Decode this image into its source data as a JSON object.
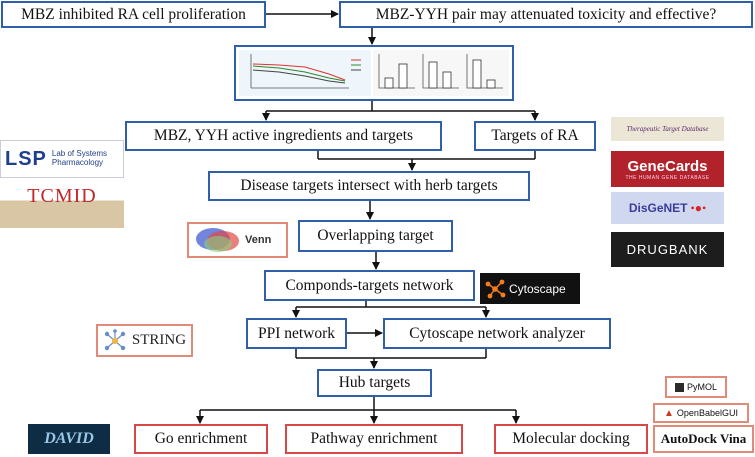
{
  "steps": {
    "mbz_inhibited": "MBZ inhibited RA cell proliferation",
    "pair_question": "MBZ-YYH pair may attenuated toxicity and effective?",
    "active_ingredients": "MBZ, YYH active ingredients and targets",
    "targets_ra": "Targets of RA",
    "disease_intersect": "Disease targets intersect with herb targets",
    "overlapping": "Overlapping target",
    "network": "Componds-targets network",
    "ppi": "PPI network",
    "cytoscape_analyzer": "Cytoscape network analyzer",
    "hub": "Hub targets",
    "go": "Go enrichment",
    "pathway": "Pathway enrichment",
    "docking": "Molecular docking"
  },
  "logos": {
    "lsp": {
      "mark": "LSP",
      "text": "Lab of Systems Pharmacology"
    },
    "tcmid": "TCMID",
    "ttd": "Therapeutic Target Database",
    "genecards": {
      "name": "GeneCards",
      "sub": "THE HUMAN GENE DATABASE"
    },
    "disgenet": "DisGeNET",
    "drugbank": "DRUGBANK",
    "venn": "Venn",
    "cytoscape": "Cytoscape",
    "string": "STRING",
    "pymol": "PyMOL",
    "openbabel": "OpenBabelGUI",
    "autodock": "AutoDock Vina",
    "david": "DAVID"
  },
  "colors": {
    "box_border": "#2f5fa8",
    "red_border": "#d94848",
    "arrow": "#111111"
  }
}
